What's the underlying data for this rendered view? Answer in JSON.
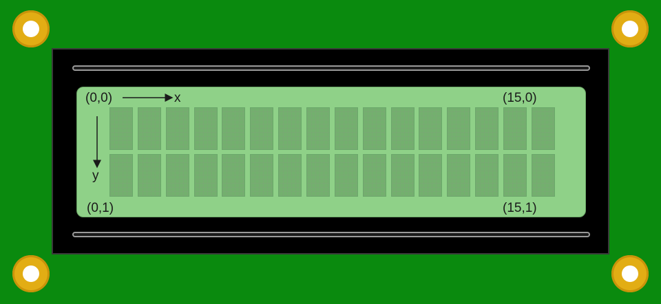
{
  "lcd": {
    "columns": 16,
    "rows": 2,
    "labels": {
      "top_left": "(0,0)",
      "top_right": "(15,0)",
      "bottom_left": "(0,1)",
      "bottom_right": "(15,1)",
      "x_axis": "x",
      "y_axis": "y"
    }
  },
  "colors": {
    "pcb": "#0a8a0e",
    "pad": "#e2ad14",
    "bezel": "#000000",
    "screen": "#8fd188",
    "cell": "#73b06e"
  }
}
